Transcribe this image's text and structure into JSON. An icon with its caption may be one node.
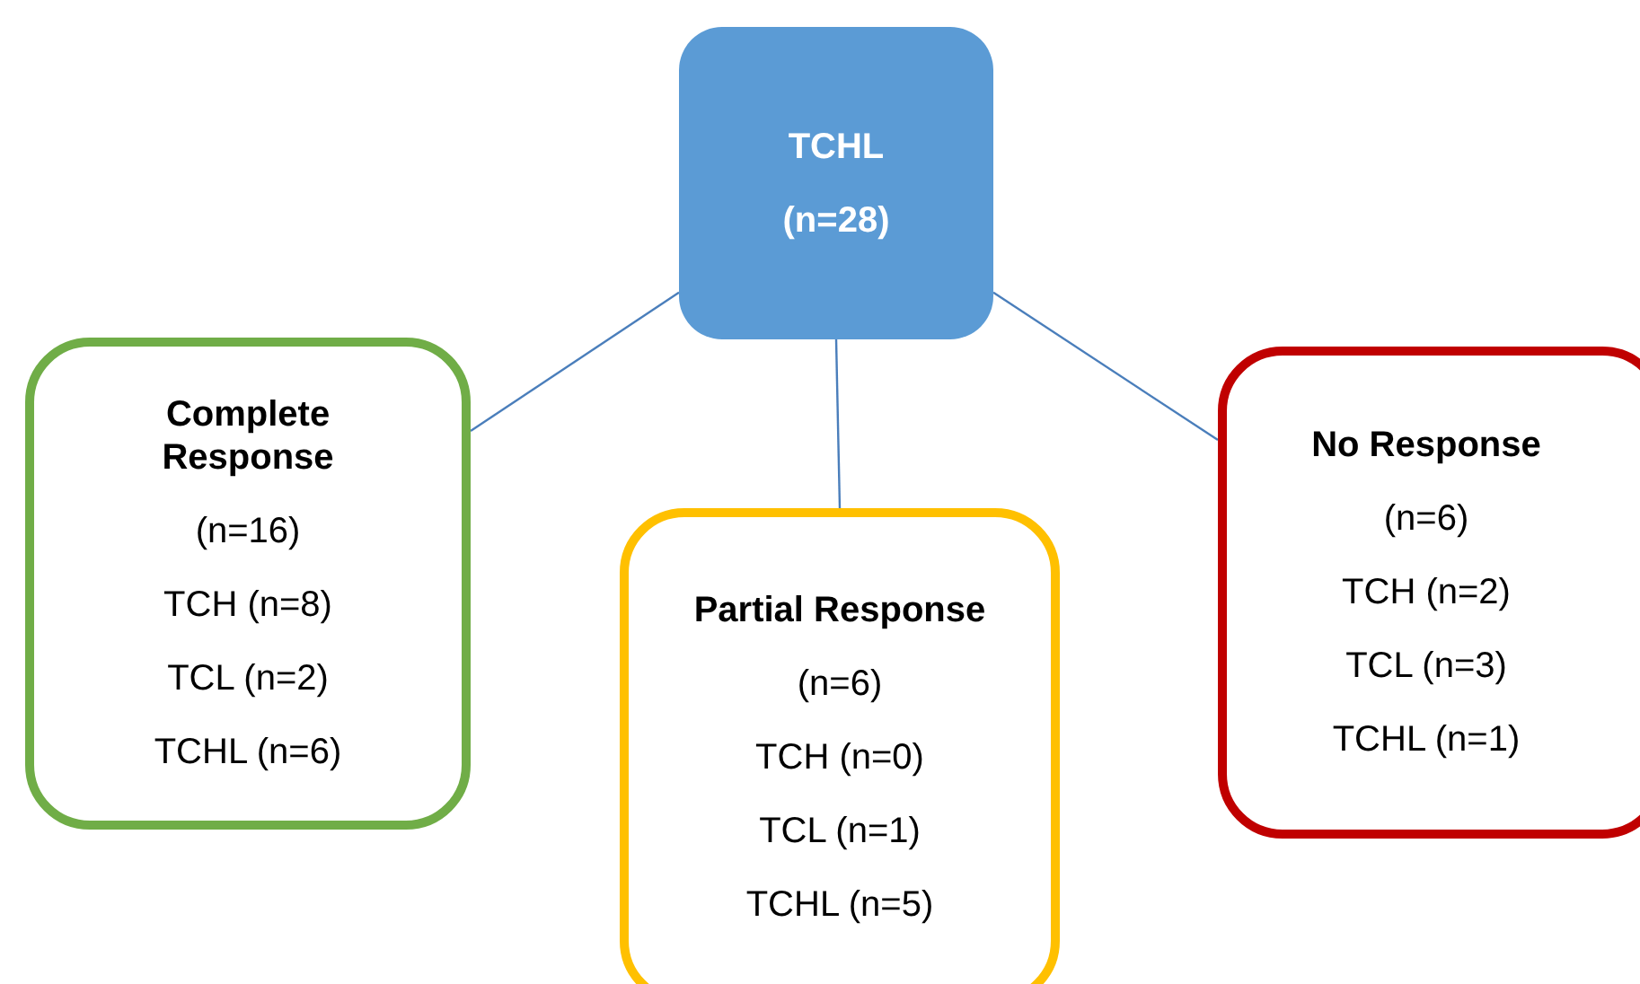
{
  "diagram": {
    "nodes": [
      {
        "text": [
          "TCHL",
          "(n=28)"
        ]
      },
      {
        "text": [
          "Complete Response",
          "(n=16)",
          "TCH (n=8)",
          "TCL (n=2)",
          "TCHL (n=6)"
        ]
      },
      {
        "text": [
          "Partial Response",
          "(n=6)",
          "TCH (n=0)",
          "TCL (n=1)",
          "TCHL (n=5)"
        ]
      },
      {
        "text": [
          "No Response",
          "(n=6)",
          "TCH (n=2)",
          "TCL (n=3)",
          "TCHL (n=1)"
        ]
      }
    ],
    "edges": [
      {
        "from": 0,
        "to": 1,
        "arrow": "none"
      },
      {
        "from": 0,
        "to": 2,
        "arrow": "none"
      },
      {
        "from": 0,
        "to": 3,
        "arrow": "none"
      }
    ]
  }
}
